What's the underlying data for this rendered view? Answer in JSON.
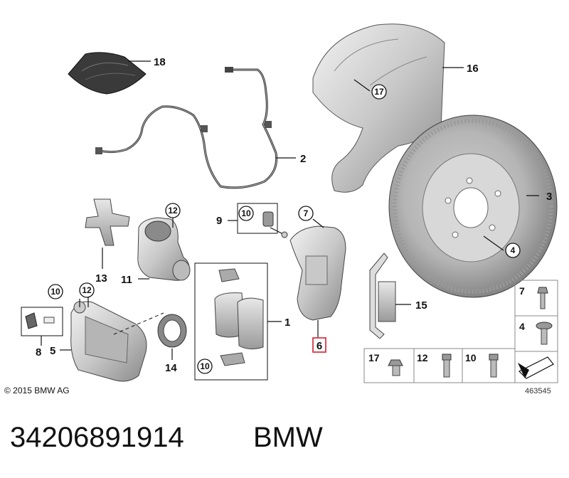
{
  "labels": {
    "l1": "1",
    "l2": "2",
    "l3": "3",
    "l4": "4",
    "l5": "5",
    "l6": "6",
    "l7": "7",
    "l8": "8",
    "l9": "9",
    "l10a": "10",
    "l10b": "10",
    "l10c": "10",
    "l10d": "10",
    "l11": "11",
    "l12a": "12",
    "l12b": "12",
    "l12c": "12",
    "l13": "13",
    "l14": "14",
    "l15": "15",
    "l16": "16",
    "l17a": "17",
    "l17b": "17",
    "l18": "18",
    "lt7": "7",
    "lt4": "4"
  },
  "copyright": "© 2015 BMW AG",
  "diagram_number": "463545",
  "part_number": "34206891914",
  "brand": "BMW",
  "highlight_color": "#d0202e"
}
